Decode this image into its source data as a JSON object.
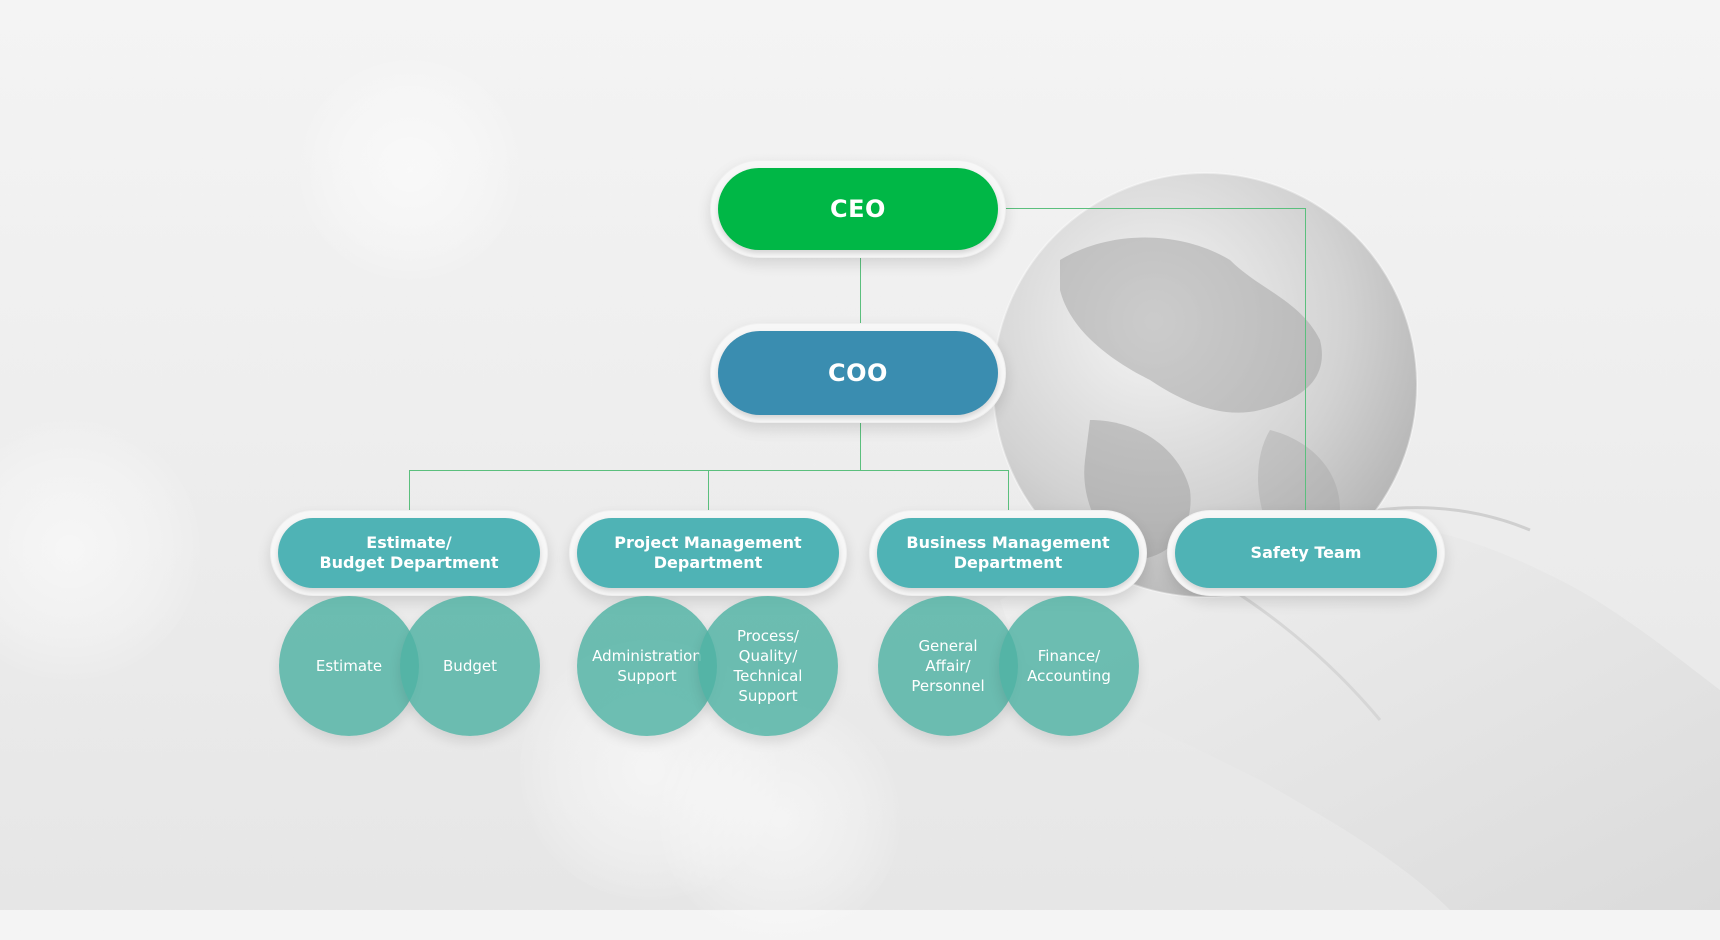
{
  "chart": {
    "top": [
      {
        "id": "ceo",
        "label": "CEO"
      },
      {
        "id": "coo",
        "label": "COO"
      }
    ],
    "departments": [
      {
        "id": "estimate-budget",
        "label": "Estimate/\nBudget Department",
        "units": [
          "Estimate",
          "Budget"
        ]
      },
      {
        "id": "project-management",
        "label": "Project Management\nDepartment",
        "units": [
          "Administration\nSupport",
          "Process/\nQuality/\nTechnical\nSupport"
        ]
      },
      {
        "id": "business-management",
        "label": "Business Management\nDepartment",
        "units": [
          "General\nAffair/\nPersonnel",
          "Finance/\nAccounting"
        ]
      }
    ],
    "staff": {
      "id": "safety-team",
      "label": "Safety Team"
    }
  },
  "colors": {
    "ceo": "#00b746",
    "coo": "#3a8db0",
    "department": "#4fb3b5",
    "unit": "#4fb2a3",
    "connector": "#5bbf7d"
  },
  "background": {
    "globe_icon": "globe-icon",
    "hand_icon": "hand-icon"
  }
}
